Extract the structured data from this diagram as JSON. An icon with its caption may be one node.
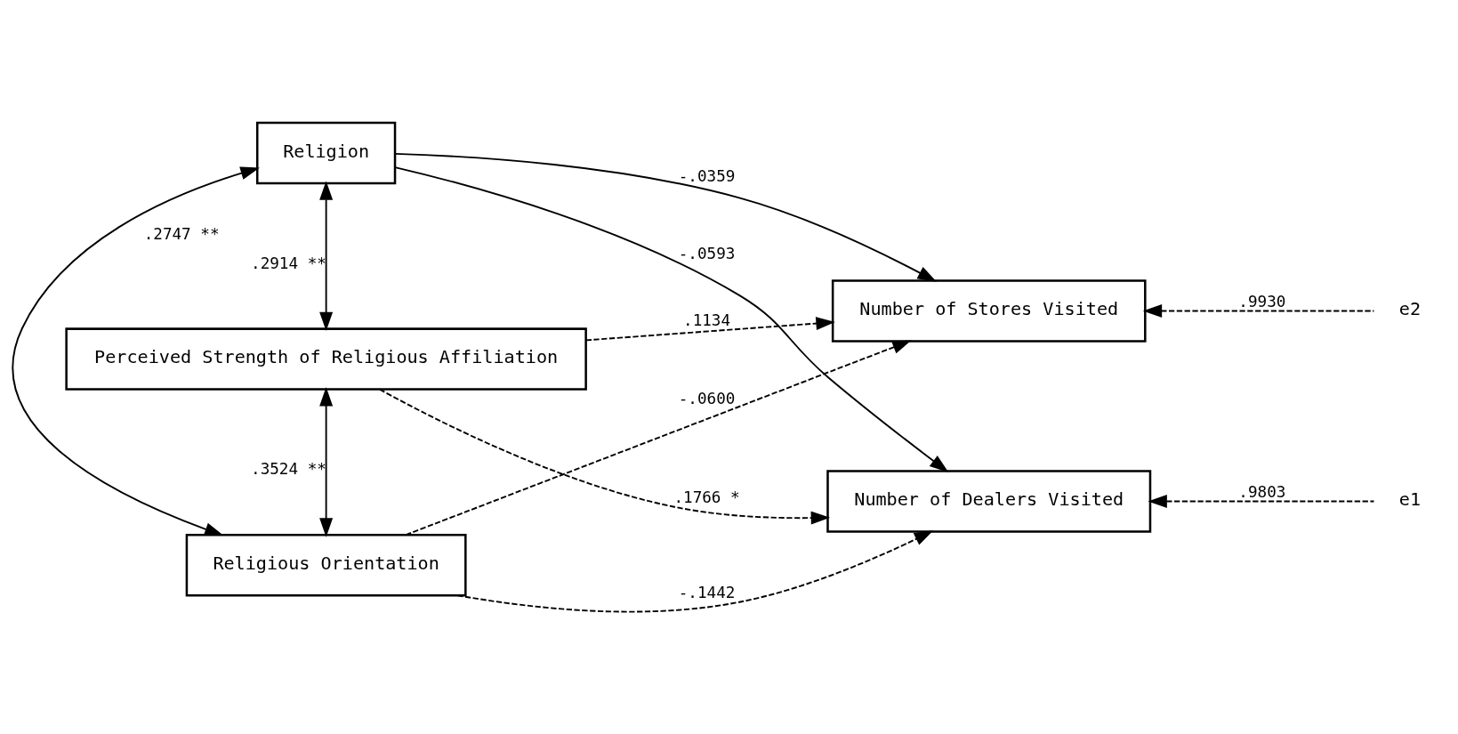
{
  "diagram": {
    "nodes": [
      {
        "text": [
          "Religion"
        ]
      },
      {
        "text": [
          "Perceived Strength of Religious Affiliation"
        ]
      },
      {
        "text": [
          "Religious Orientation"
        ]
      },
      {
        "text": [
          "Number of Dealers Visited"
        ]
      },
      {
        "text": [
          "Number of Stores Visited"
        ]
      },
      {
        "text": [
          "e1"
        ]
      },
      {
        "text": [
          "e2"
        ]
      }
    ],
    "edges": [
      {
        "from": 0,
        "to": 1,
        "arrow": "both",
        "label": ".2914 **"
      },
      {
        "from": 1,
        "to": 2,
        "arrow": "both",
        "label": ".3524 **"
      },
      {
        "from": 0,
        "to": 2,
        "arrow": "both",
        "label": ".2747 **"
      },
      {
        "from": 0,
        "to": 3,
        "arrow": "to",
        "label": "-.0593"
      },
      {
        "from": 1,
        "to": 3,
        "arrow": "to",
        "label": ".1766 *",
        "style": "dashed"
      },
      {
        "from": 2,
        "to": 3,
        "arrow": "to",
        "label": "-.1442",
        "style": "dashed"
      },
      {
        "from": 0,
        "to": 4,
        "arrow": "to",
        "label": "-.0359"
      },
      {
        "from": 1,
        "to": 4,
        "arrow": "to",
        "label": ".1134",
        "style": "dashed"
      },
      {
        "from": 2,
        "to": 4,
        "arrow": "to",
        "label": "-.0600",
        "style": "dashed"
      },
      {
        "from": 5,
        "to": 3,
        "arrow": "to",
        "label": ".9803",
        "style": "dashed"
      },
      {
        "from": 6,
        "to": 4,
        "arrow": "to",
        "label": ".9930",
        "style": "dashed"
      }
    ]
  }
}
